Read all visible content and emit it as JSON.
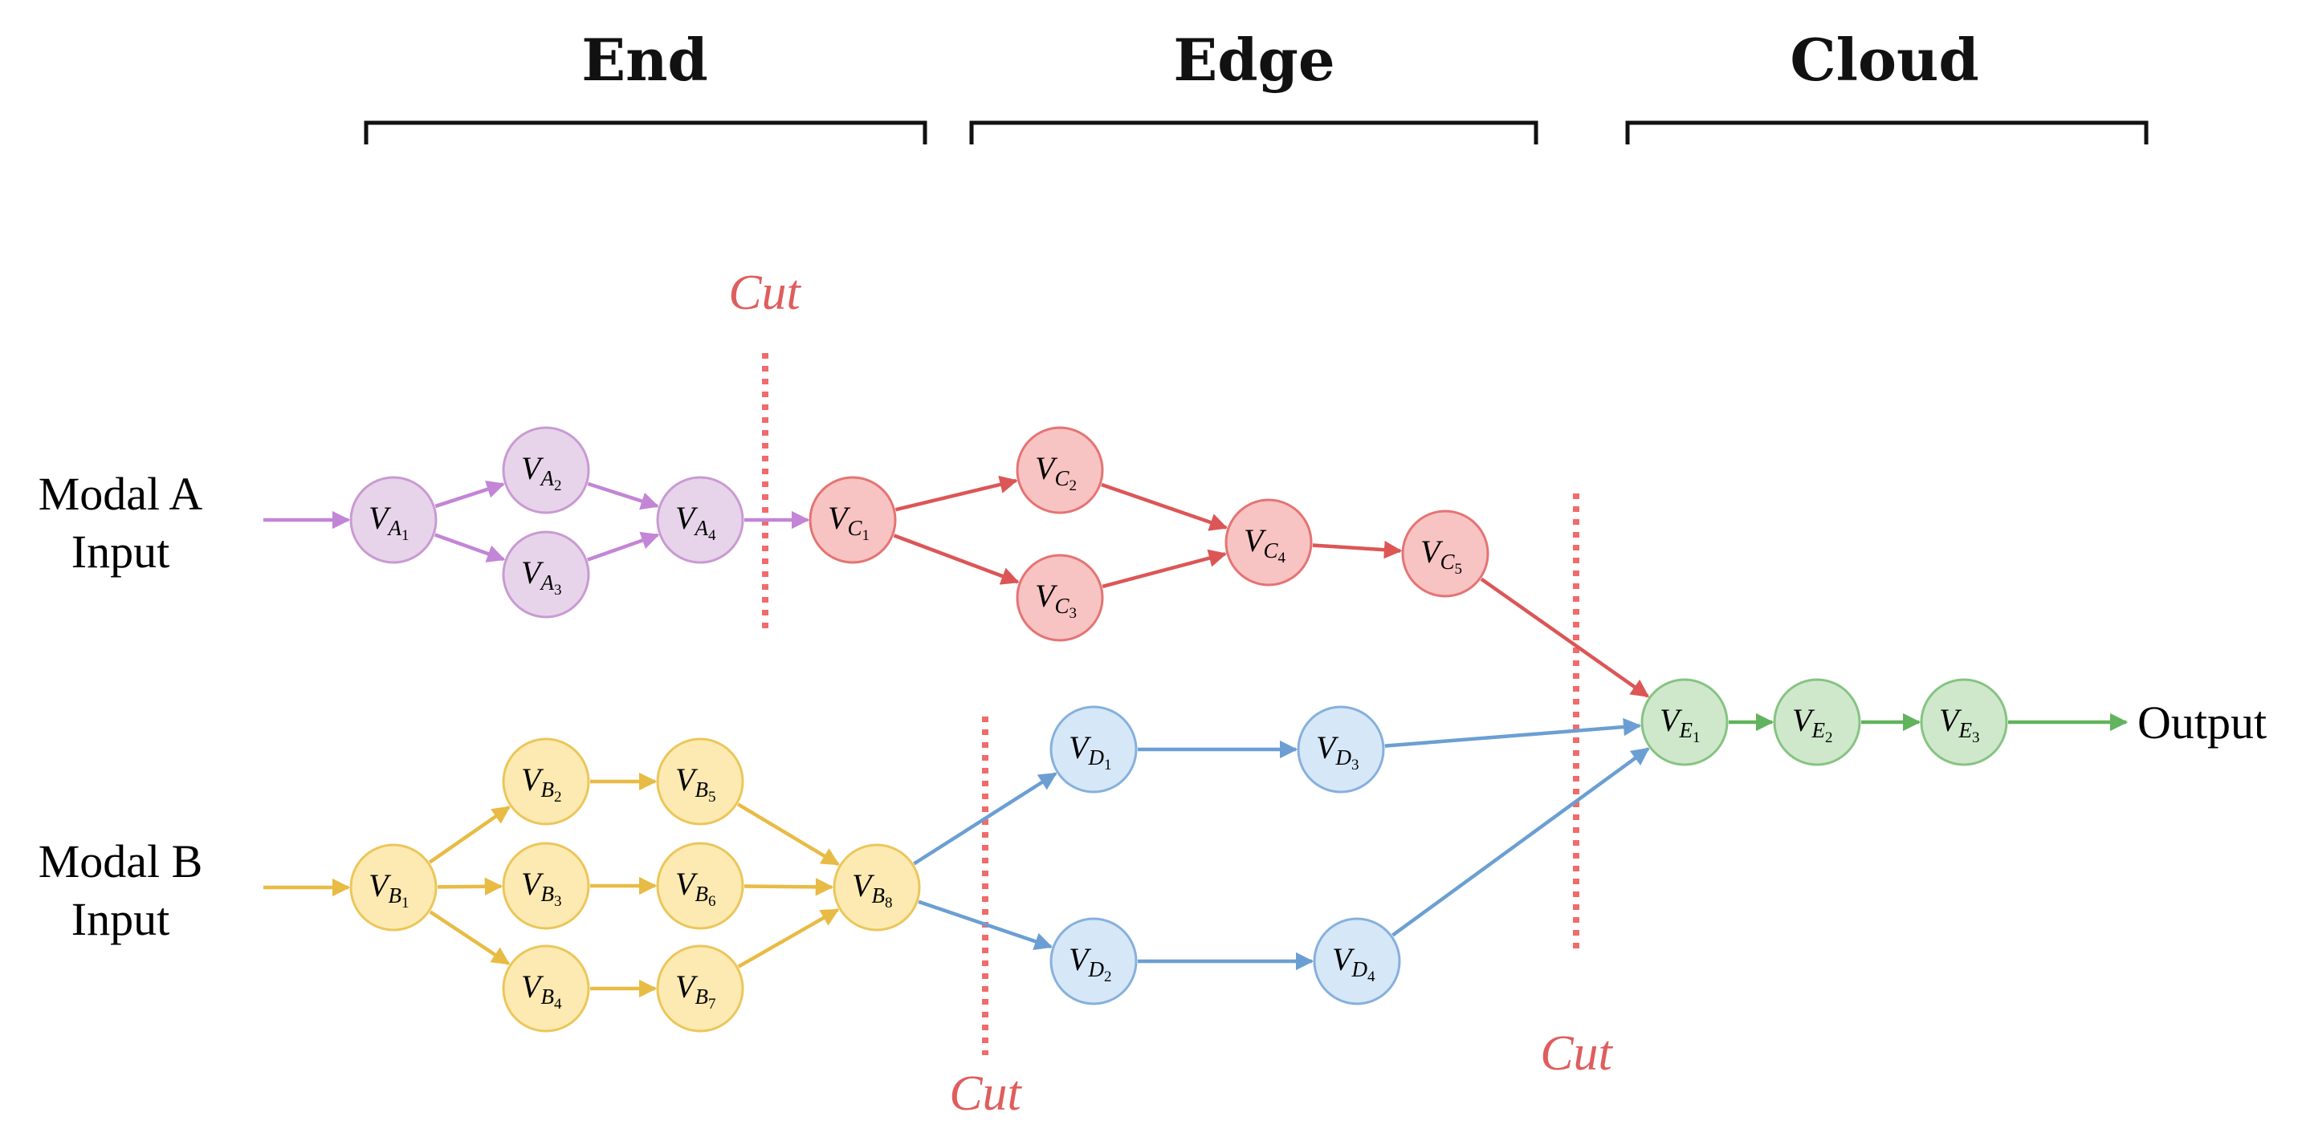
{
  "tiers": [
    {
      "id": "end",
      "title": "End"
    },
    {
      "id": "edge",
      "title": "Edge"
    },
    {
      "id": "cloud",
      "title": "Cloud"
    }
  ],
  "inputs": [
    {
      "id": "modal-a",
      "line1": "Modal A",
      "line2": "Input"
    },
    {
      "id": "modal-b",
      "line1": "Modal B",
      "line2": "Input"
    }
  ],
  "output_label": "Output",
  "cut_label": "Cut",
  "colors": {
    "purple": {
      "fill": "#e7d4ea",
      "stroke": "#c99ad3",
      "edge": "#c385d6"
    },
    "red": {
      "fill": "#f8c3c3",
      "stroke": "#e57373",
      "edge": "#dc5656"
    },
    "yellow": {
      "fill": "#fdeab2",
      "stroke": "#ebc65a",
      "edge": "#e8bb44"
    },
    "blue": {
      "fill": "#d6e7f8",
      "stroke": "#86b0dc",
      "edge": "#6b9fd3"
    },
    "green": {
      "fill": "#cfe8cc",
      "stroke": "#86c382",
      "edge": "#62b35d"
    },
    "cut": "#f06b6b"
  },
  "nodes": [
    {
      "id": "A1",
      "label": "V",
      "sub": "A",
      "subsub": "1",
      "color": "purple"
    },
    {
      "id": "A2",
      "label": "V",
      "sub": "A",
      "subsub": "2",
      "color": "purple"
    },
    {
      "id": "A3",
      "label": "V",
      "sub": "A",
      "subsub": "3",
      "color": "purple"
    },
    {
      "id": "A4",
      "label": "V",
      "sub": "A",
      "subsub": "4",
      "color": "purple"
    },
    {
      "id": "C1",
      "label": "V",
      "sub": "C",
      "subsub": "1",
      "color": "red"
    },
    {
      "id": "C2",
      "label": "V",
      "sub": "C",
      "subsub": "2",
      "color": "red"
    },
    {
      "id": "C3",
      "label": "V",
      "sub": "C",
      "subsub": "3",
      "color": "red"
    },
    {
      "id": "C4",
      "label": "V",
      "sub": "C",
      "subsub": "4",
      "color": "red"
    },
    {
      "id": "C5",
      "label": "V",
      "sub": "C",
      "subsub": "5",
      "color": "red"
    },
    {
      "id": "B1",
      "label": "V",
      "sub": "B",
      "subsub": "1",
      "color": "yellow"
    },
    {
      "id": "B2",
      "label": "V",
      "sub": "B",
      "subsub": "2",
      "color": "yellow"
    },
    {
      "id": "B3",
      "label": "V",
      "sub": "B",
      "subsub": "3",
      "color": "yellow"
    },
    {
      "id": "B4",
      "label": "V",
      "sub": "B",
      "subsub": "4",
      "color": "yellow"
    },
    {
      "id": "B5",
      "label": "V",
      "sub": "B",
      "subsub": "5",
      "color": "yellow"
    },
    {
      "id": "B6",
      "label": "V",
      "sub": "B",
      "subsub": "6",
      "color": "yellow"
    },
    {
      "id": "B7",
      "label": "V",
      "sub": "B",
      "subsub": "7",
      "color": "yellow"
    },
    {
      "id": "B8",
      "label": "V",
      "sub": "B",
      "subsub": "8",
      "color": "yellow"
    },
    {
      "id": "D1",
      "label": "V",
      "sub": "D",
      "subsub": "1",
      "color": "blue"
    },
    {
      "id": "D2",
      "label": "V",
      "sub": "D",
      "subsub": "2",
      "color": "blue"
    },
    {
      "id": "D3",
      "label": "V",
      "sub": "D",
      "subsub": "3",
      "color": "blue"
    },
    {
      "id": "D4",
      "label": "V",
      "sub": "D",
      "subsub": "4",
      "color": "blue"
    },
    {
      "id": "E1",
      "label": "V",
      "sub": "E",
      "subsub": "1",
      "color": "green"
    },
    {
      "id": "E2",
      "label": "V",
      "sub": "E",
      "subsub": "2",
      "color": "green"
    },
    {
      "id": "E3",
      "label": "V",
      "sub": "E",
      "subsub": "3",
      "color": "green"
    }
  ],
  "edges": [
    {
      "from": "inA",
      "to": "A1",
      "color": "purple"
    },
    {
      "from": "A1",
      "to": "A2",
      "color": "purple"
    },
    {
      "from": "A1",
      "to": "A3",
      "color": "purple"
    },
    {
      "from": "A2",
      "to": "A4",
      "color": "purple"
    },
    {
      "from": "A3",
      "to": "A4",
      "color": "purple"
    },
    {
      "from": "A4",
      "to": "C1",
      "color": "purple"
    },
    {
      "from": "C1",
      "to": "C2",
      "color": "red"
    },
    {
      "from": "C1",
      "to": "C3",
      "color": "red"
    },
    {
      "from": "C2",
      "to": "C4",
      "color": "red"
    },
    {
      "from": "C3",
      "to": "C4",
      "color": "red"
    },
    {
      "from": "C4",
      "to": "C5",
      "color": "red"
    },
    {
      "from": "C5",
      "to": "E1",
      "color": "red"
    },
    {
      "from": "inB",
      "to": "B1",
      "color": "yellow"
    },
    {
      "from": "B1",
      "to": "B2",
      "color": "yellow"
    },
    {
      "from": "B1",
      "to": "B3",
      "color": "yellow"
    },
    {
      "from": "B1",
      "to": "B4",
      "color": "yellow"
    },
    {
      "from": "B2",
      "to": "B5",
      "color": "yellow"
    },
    {
      "from": "B3",
      "to": "B6",
      "color": "yellow"
    },
    {
      "from": "B4",
      "to": "B7",
      "color": "yellow"
    },
    {
      "from": "B5",
      "to": "B8",
      "color": "yellow"
    },
    {
      "from": "B6",
      "to": "B8",
      "color": "yellow"
    },
    {
      "from": "B7",
      "to": "B8",
      "color": "yellow"
    },
    {
      "from": "B8",
      "to": "D1",
      "color": "blue"
    },
    {
      "from": "B8",
      "to": "D2",
      "color": "blue"
    },
    {
      "from": "D1",
      "to": "D3",
      "color": "blue"
    },
    {
      "from": "D2",
      "to": "D4",
      "color": "blue"
    },
    {
      "from": "D3",
      "to": "E1",
      "color": "blue"
    },
    {
      "from": "D4",
      "to": "E1",
      "color": "blue"
    },
    {
      "from": "E1",
      "to": "E2",
      "color": "green"
    },
    {
      "from": "E2",
      "to": "E3",
      "color": "green"
    },
    {
      "from": "E3",
      "to": "out",
      "color": "green"
    }
  ],
  "cuts": [
    {
      "id": "cut-end-edge-top"
    },
    {
      "id": "cut-end-edge-bottom"
    },
    {
      "id": "cut-edge-cloud"
    }
  ]
}
